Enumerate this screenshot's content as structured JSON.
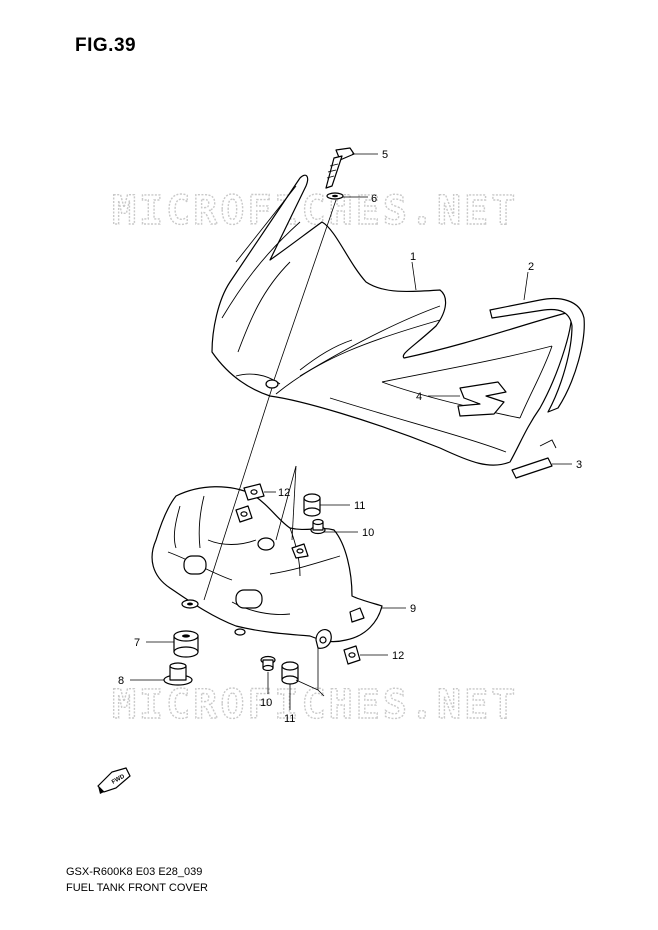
{
  "figure": {
    "title": "FIG.39"
  },
  "watermark": {
    "text": "MICROFICHES.NET"
  },
  "callouts": [
    "1",
    "2",
    "3",
    "4",
    "5",
    "6",
    "7",
    "8",
    "9",
    "10",
    "10",
    "11",
    "11",
    "12",
    "12"
  ],
  "fwd_icon": {
    "label": "FWD"
  },
  "footer": {
    "model_code": "GSX-R600K8 E03 E28_039",
    "description": "FUEL TANK FRONT COVER"
  }
}
